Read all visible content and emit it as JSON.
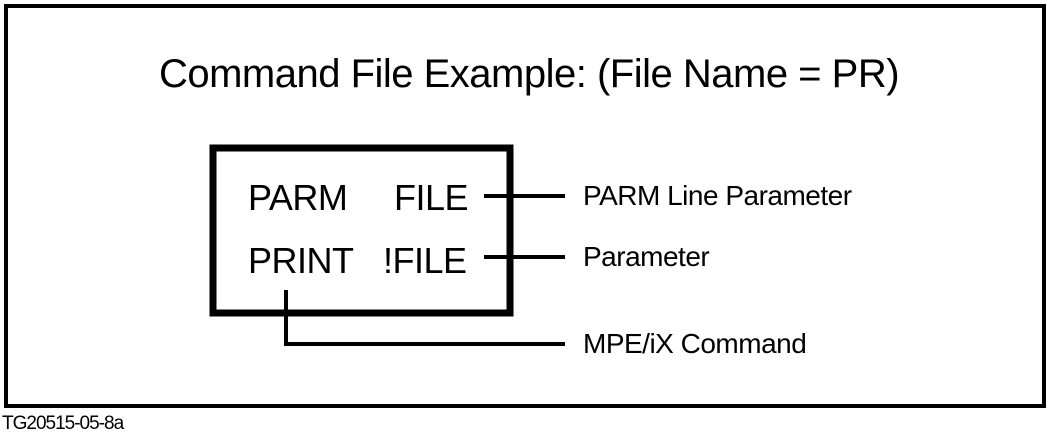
{
  "figure": {
    "title": "Command File Example:  (File Name = PR)",
    "command_file_lines": [
      {
        "keyword": "PARM",
        "argument": "FILE"
      },
      {
        "keyword": "PRINT",
        "argument": "!FILE"
      }
    ],
    "callouts": {
      "parm_line": "PARM Line Parameter",
      "parameter": "Parameter",
      "command": "MPE/iX Command"
    },
    "figure_id": "TG20515-05-8a"
  }
}
